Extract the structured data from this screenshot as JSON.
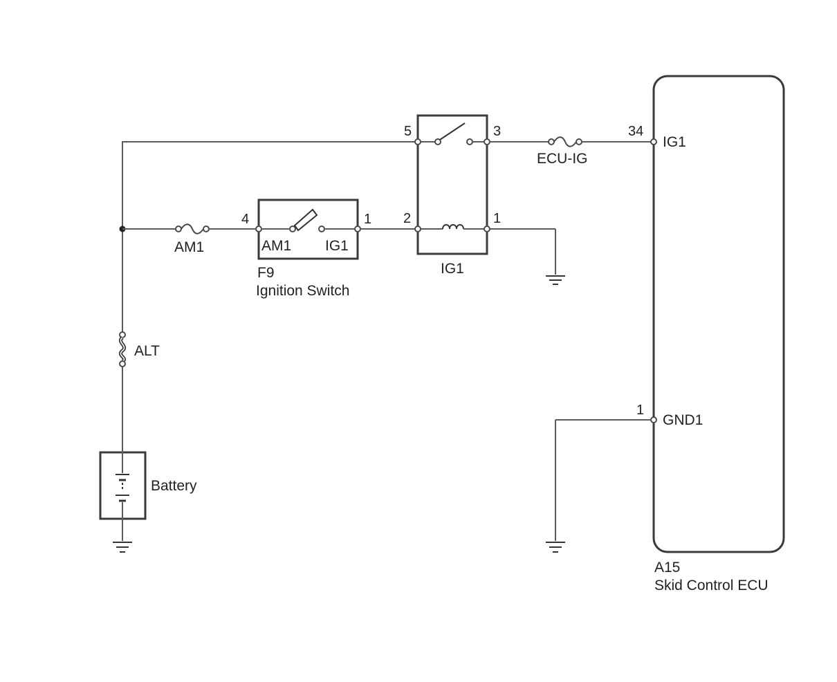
{
  "battery": {
    "label": "Battery"
  },
  "fuses": {
    "alt": "ALT",
    "am1": "AM1",
    "ecu_ig": "ECU-IG"
  },
  "ignition_switch": {
    "code": "F9",
    "name": "Ignition Switch",
    "pin_in": "4",
    "pin_out": "1",
    "term_in": "AM1",
    "term_out": "IG1"
  },
  "ig1_relay": {
    "name": "IG1",
    "pin_5": "5",
    "pin_3": "3",
    "pin_2": "2",
    "pin_1": "1"
  },
  "ecu": {
    "code": "A15",
    "name": "Skid Control ECU",
    "pin_ig1": "34",
    "term_ig1": "IG1",
    "pin_gnd1": "1",
    "term_gnd1": "GND1"
  },
  "colors": {
    "wire": "#5a5a5a",
    "outline": "#3a3a3a",
    "text": "#222222"
  }
}
